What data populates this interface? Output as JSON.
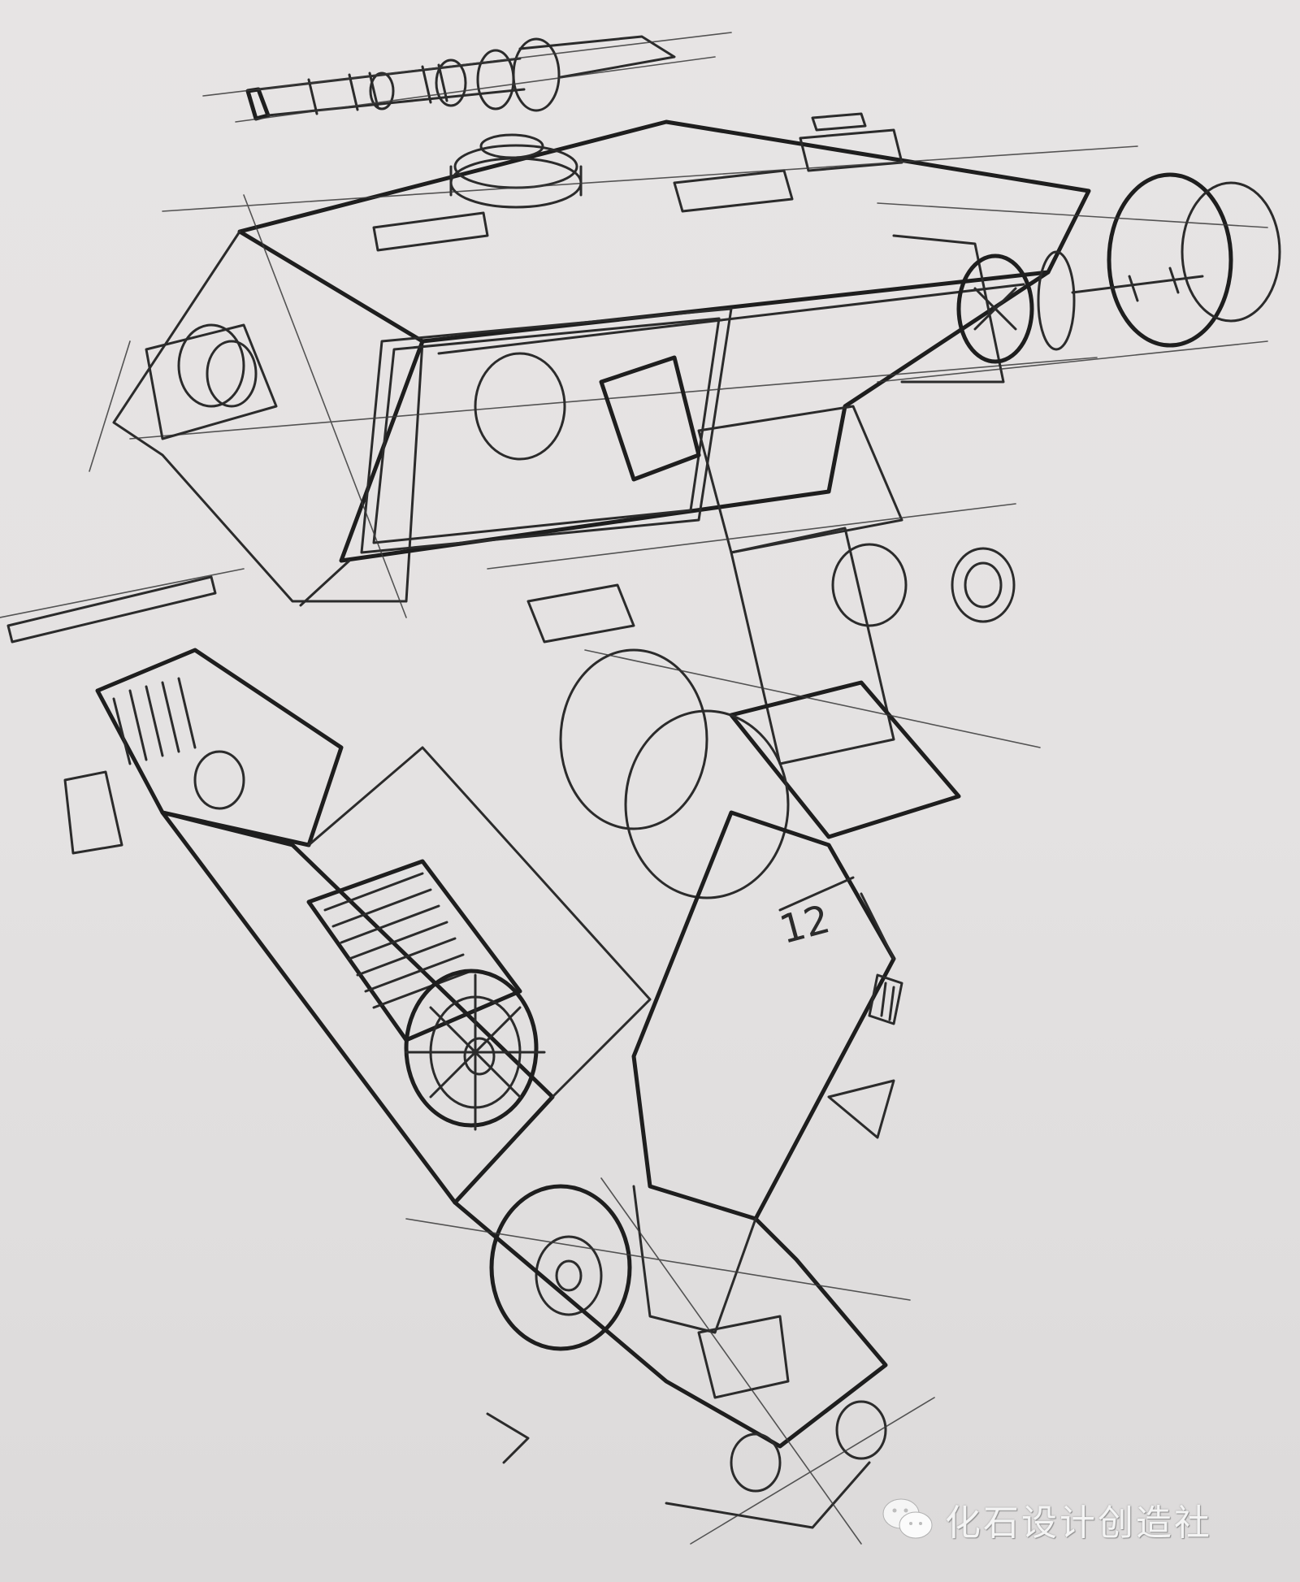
{
  "image": {
    "subject": "Pencil line sketch of a walking mech robot with cannon turret",
    "background_color": "#e5e2e2",
    "line_color": "#2b2b2b"
  },
  "watermark": {
    "icon": "wechat-icon",
    "text": "化石设计创造社"
  },
  "annotations": {
    "leg_label": "12"
  }
}
